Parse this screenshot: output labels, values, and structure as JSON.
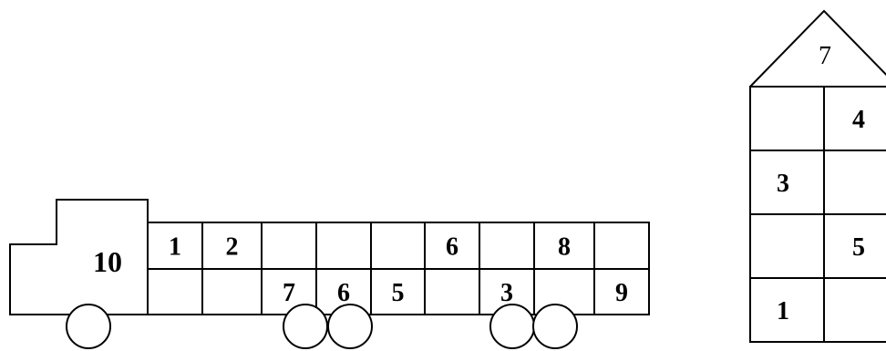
{
  "truck": {
    "cab_number": "10",
    "top_row": [
      "1",
      "2",
      "",
      "",
      "",
      "6",
      "",
      "8",
      ""
    ],
    "bottom_row": [
      "",
      "",
      "7",
      "6",
      "5",
      "",
      "3",
      "",
      "9"
    ]
  },
  "house": {
    "roof_number": "7",
    "rows": [
      [
        "",
        "4"
      ],
      [
        "3",
        ""
      ],
      [
        "",
        "5"
      ],
      [
        "1",
        ""
      ]
    ]
  }
}
